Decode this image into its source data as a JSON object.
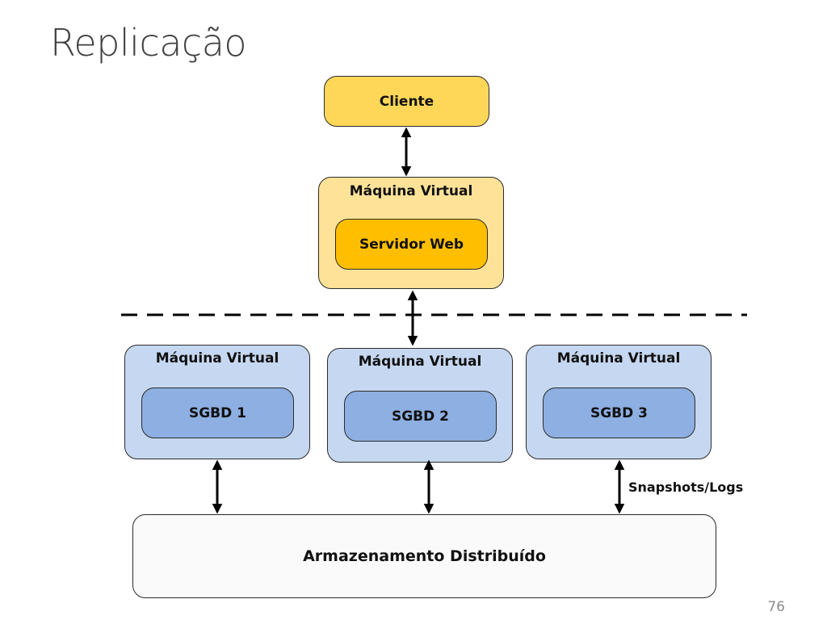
{
  "slide": {
    "title": "Replicação",
    "page_number": "76"
  },
  "diagram": {
    "client": {
      "label": "Cliente",
      "color": "#FED758"
    },
    "web_vm": {
      "label": "Máquina Virtual",
      "inner_label": "Servidor Web",
      "color": "#FEE298",
      "inner_color": "#FFBF00"
    },
    "db_vms": [
      {
        "label": "Máquina Virtual",
        "inner_label": "SGBD 1"
      },
      {
        "label": "Máquina Virtual",
        "inner_label": "SGBD 2"
      },
      {
        "label": "Máquina Virtual",
        "inner_label": "SGBD 3"
      }
    ],
    "db_colors": {
      "outer": "#C6D8F1",
      "inner": "#8DAFE1"
    },
    "storage": {
      "label": "Armazenamento Distribuído"
    },
    "edge_label": "Snapshots/Logs"
  }
}
